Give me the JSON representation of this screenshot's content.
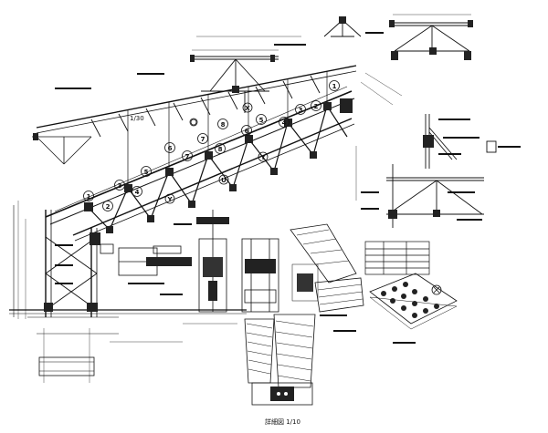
{
  "drawing": {
    "main_view_scale": "1/30",
    "sheet_title": "詳細図 1/10",
    "member_numbers": [
      "1",
      "2",
      "3",
      "4",
      "5",
      "6",
      "7",
      "8"
    ],
    "grid_marks": [
      "X",
      "Y",
      "U"
    ],
    "table": {
      "rows": [
        "",
        "",
        "",
        ""
      ]
    }
  }
}
